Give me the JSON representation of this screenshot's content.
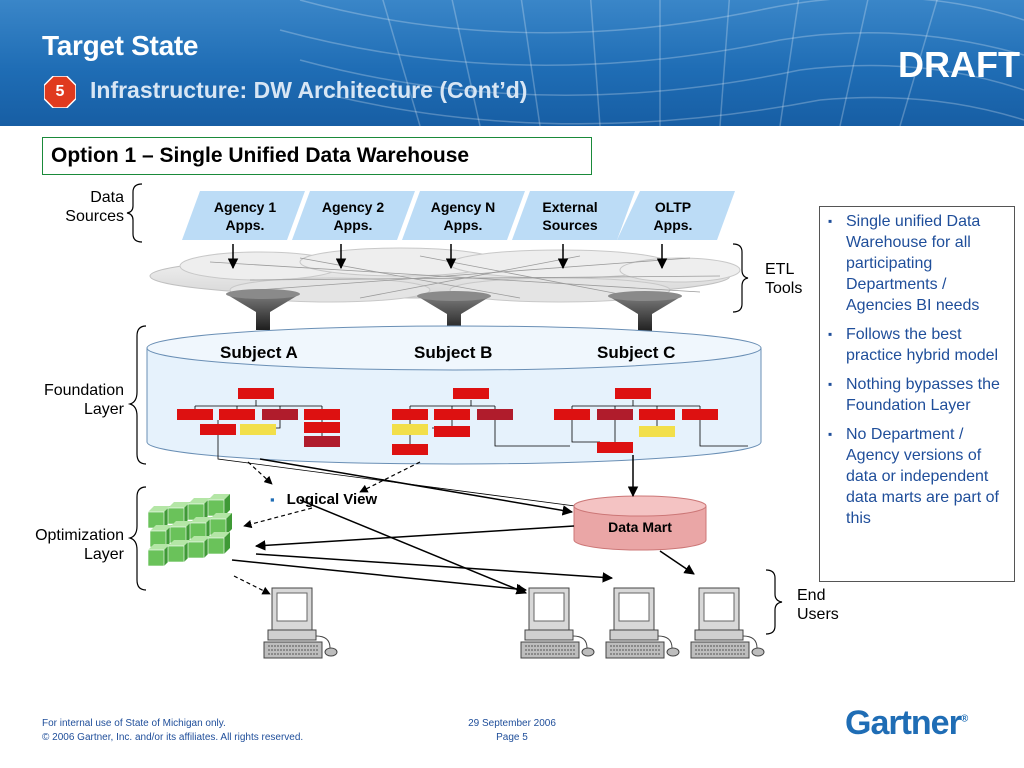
{
  "header": {
    "title": "Target State",
    "badge": "5",
    "subtitle": "Infrastructure: DW Architecture (Cont’d)",
    "draft": "DRAFT"
  },
  "option_title": "Option 1 – Single Unified Data Warehouse",
  "labels": {
    "data_sources": [
      "Data",
      "Sources"
    ],
    "etl_tools": [
      "ETL",
      "Tools"
    ],
    "foundation_layer": [
      "Foundation",
      "Layer"
    ],
    "optimization_layer": [
      "Optimization",
      "Layer"
    ],
    "end_users": [
      "End",
      "Users"
    ]
  },
  "sources": [
    [
      "Agency 1",
      "Apps."
    ],
    [
      "Agency 2",
      "Apps."
    ],
    [
      "Agency N",
      "Apps."
    ],
    [
      "External",
      "Sources"
    ],
    [
      "OLTP",
      "Apps."
    ]
  ],
  "subjects": [
    "Subject A",
    "Subject B",
    "Subject C"
  ],
  "data_mart": "Data Mart",
  "logical_view": "Logical View",
  "bullets": [
    "Single unified Data Warehouse for all participating Departments / Agencies BI needs",
    "Follows the best practice hybrid model",
    "Nothing bypasses the Foundation Layer",
    "No Department / Agency versions of data or independent data marts are part of this"
  ],
  "footer": {
    "left_line1": "For internal use of State of Michigan only.",
    "left_line2": "© 2006 Gartner, Inc. and/or its affiliates. All rights reserved.",
    "date": "29 September 2006",
    "page": "Page 5",
    "logo": "Gartner",
    "logo_mark": "®"
  },
  "colors": {
    "header_blue": "#1f6db5",
    "source_tile": "#bcdcf6",
    "cylinder_fill": "#e6f2fc",
    "table_red": "#dd1111",
    "table_dark_red": "#b01c2c",
    "table_yellow": "#f2df4a",
    "data_mart_pink": "#eaa6a6",
    "cube_green": "#6ac25a"
  }
}
